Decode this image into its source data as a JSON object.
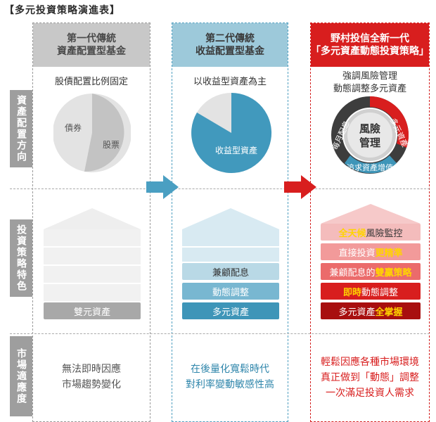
{
  "title": "【多元投資策略演進表】",
  "row_labels": [
    "資產配置方向",
    "投資策略特色",
    "市場適應度"
  ],
  "columns": [
    {
      "header": [
        "第一代傳統",
        "資產配置型基金"
      ],
      "sub": "股債配置比例固定",
      "pie_labels": [
        "債券",
        "股票"
      ],
      "bars": [
        "雙元資產"
      ],
      "note": [
        "無法即時因應",
        "市場趨勢變化"
      ],
      "color": "#9e9e9e"
    },
    {
      "header": [
        "第二代傳統",
        "收益配置型基金"
      ],
      "sub": "以收益型資產為主",
      "pie_labels": [
        "收益型資產"
      ],
      "bars": [
        "兼顧配息",
        "動態調整",
        "多元資產"
      ],
      "note": [
        "在後量化寬鬆時代",
        "對利率變動敏感性高"
      ],
      "color": "#3e95b8"
    },
    {
      "header": [
        "野村投信全新一代",
        "「多元資產動態投資策略」"
      ],
      "sub": [
        "強調風險管理",
        "動態調整多元資產"
      ],
      "ring": {
        "center": [
          "風險",
          "管理"
        ],
        "left": "每月配息",
        "right": "多元資產",
        "bottom": "追求資產增值"
      },
      "bars": [
        {
          "hl": "全天候",
          "rest": "風險監控"
        },
        {
          "pre": "直接投資",
          "hl": "更精準"
        },
        {
          "pre": "兼顧配息的",
          "hl": "雙贏策略"
        },
        {
          "hl": "即時",
          "rest": "動態調整"
        },
        {
          "pre": "多元資產",
          "hl": "全掌握"
        }
      ],
      "note": [
        "輕鬆因應各種市場環境",
        "真正做到「動態」調整",
        "一次滿足投資人需求"
      ],
      "color": "#d81e1e"
    }
  ]
}
